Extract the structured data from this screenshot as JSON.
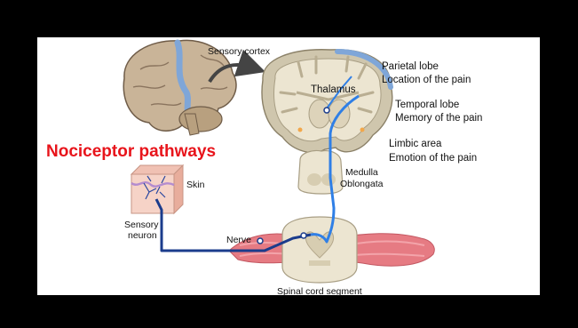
{
  "title": "Nociceptor pathways",
  "labels": {
    "sensory_cortex": "Sensory cortex",
    "parietal_lobe": "Parietal lobe",
    "location_pain": "Location of the pain",
    "thalamus": "Thalamus",
    "temporal_lobe": "Temporal lobe",
    "memory_pain": "Memory of the pain",
    "limbic_area": "Limbic area",
    "emotion_pain": "Emotion of the pain",
    "medulla": "Medulla",
    "oblongata": "Oblongata",
    "skin": "Skin",
    "sensory": "Sensory",
    "neuron": "neuron",
    "nerve": "Nerve",
    "spinal_cord": "Spinal cord segment"
  },
  "colors": {
    "title": "#e8141b",
    "frame": "#000000",
    "slide": "#ffffff",
    "neuron_dark": "#1b3c8c",
    "neuron_light": "#2f7fe6",
    "brain_tissue": "#e9dfc4",
    "cortex_highlight": "#7fa6d8",
    "muscle": "#e26b73",
    "skin": "#f4c6b6"
  }
}
